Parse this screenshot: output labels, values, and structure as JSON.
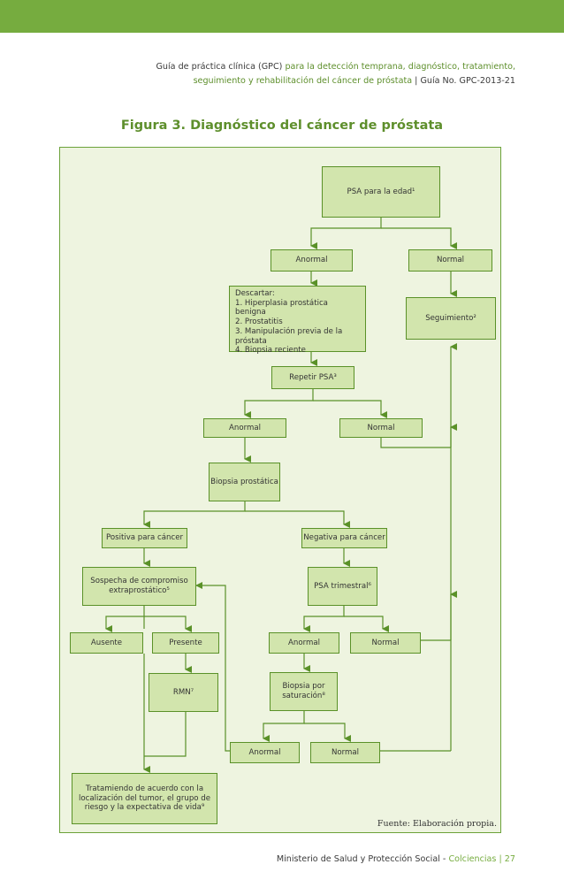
{
  "header": {
    "line1_prefix": "Guía de práctica clínica (GPC)",
    "line1_green": "para la detección temprana, diagnóstico, tratamiento,",
    "line2_green": "seguimiento y rehabilitación del cáncer de próstata",
    "line2_suffix": "| Guía No. GPC-2013-21"
  },
  "figure": {
    "title": "Figura 3. Diagnóstico del cáncer de próstata",
    "nodes": {
      "psa_age": "PSA para la edad¹",
      "anormal_1": "Anormal",
      "normal_1": "Normal",
      "descartar": "Descartar:\n1. Hiperplasia prostática benigna\n2. Prostatitis\n3. Manipulación previa de la próstata\n4. Biopsia reciente",
      "seguimiento": "Seguimiento²",
      "repetir_psa": "Repetir PSA³",
      "anormal_2": "Anormal",
      "normal_2": "Normal",
      "biopsia": "Biopsia prostática",
      "positiva": "Positiva para cáncer",
      "negativa": "Negativa para cáncer",
      "sospecha": "Sospecha de compromiso extraprostático⁵",
      "psa_trimestral": "PSA trimestral⁶",
      "ausente": "Ausente",
      "presente": "Presente",
      "anormal_3": "Anormal",
      "normal_3": "Normal",
      "rmn": "RMN⁷",
      "biopsia_saturacion": "Biopsia por saturación⁸",
      "anormal_4": "Anormal",
      "normal_4": "Normal",
      "tratamiento": "Tratamiendo de acuerdo con la localización del tumor, el grupo de riesgo y la expectativa de vida⁹"
    },
    "source": "Fuente: Elaboración propia."
  },
  "footer": {
    "ministry": "Ministerio de Salud y Protección Social -",
    "colciencias": "Colciencias",
    "page": "| 27"
  },
  "colors": {
    "accent": "#76ac3f",
    "box_fill": "#d2e5ad",
    "panel_fill": "#eef4e0",
    "line": "#5a9128"
  }
}
